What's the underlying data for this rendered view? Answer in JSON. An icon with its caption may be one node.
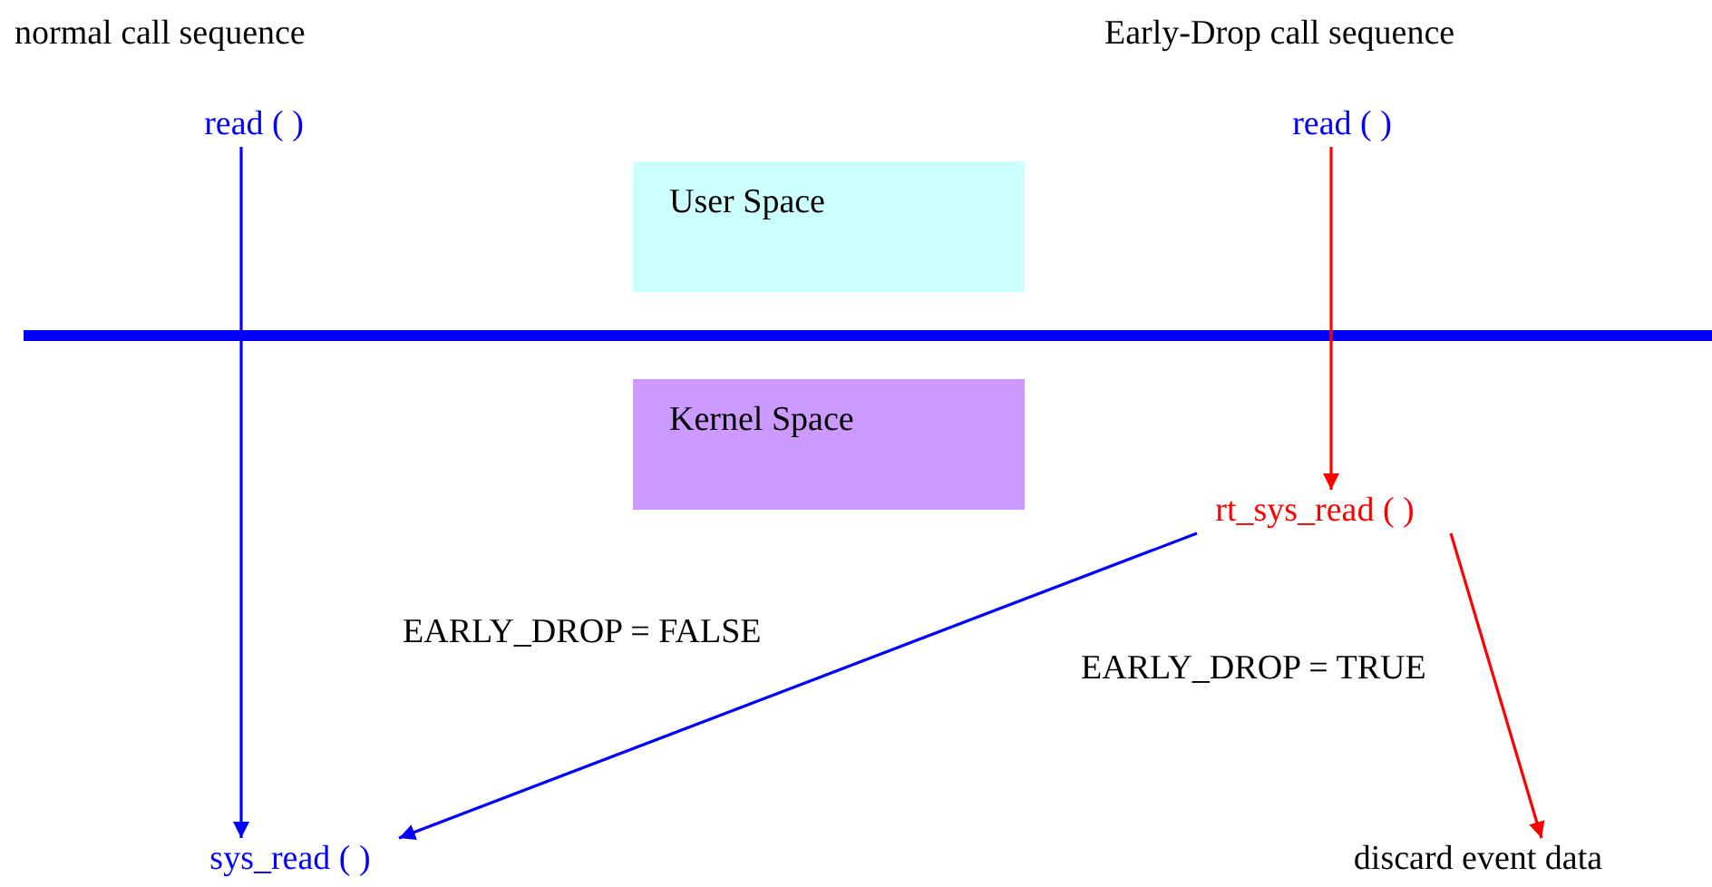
{
  "diagram": {
    "nodes": [
      {
        "text": [
          "read ( )"
        ]
      },
      {
        "text": [
          "read ( )"
        ]
      },
      {
        "text": [
          "User Space"
        ]
      },
      {
        "text": [
          "Kernel Space"
        ]
      },
      {
        "text": [
          "rt_sys_read ( )"
        ]
      },
      {
        "text": [
          "sys_read ( )"
        ]
      },
      {
        "text": [
          "discard event data"
        ]
      }
    ],
    "edges": [
      {
        "from": 0,
        "to": 5,
        "arrow": "to",
        "color": "#0000ff"
      },
      {
        "from": 1,
        "to": 4,
        "arrow": "to",
        "color": "#ff0000"
      },
      {
        "from": 4,
        "to": 5,
        "arrow": "to",
        "label": "EARLY_DROP = FALSE",
        "color": "#0000ff"
      },
      {
        "from": 4,
        "to": 6,
        "arrow": "to",
        "label": "EARLY_DROP = TRUE",
        "color": "#ff0000"
      }
    ],
    "labels": [
      "normal call sequence",
      "Early-Drop call sequence"
    ]
  }
}
